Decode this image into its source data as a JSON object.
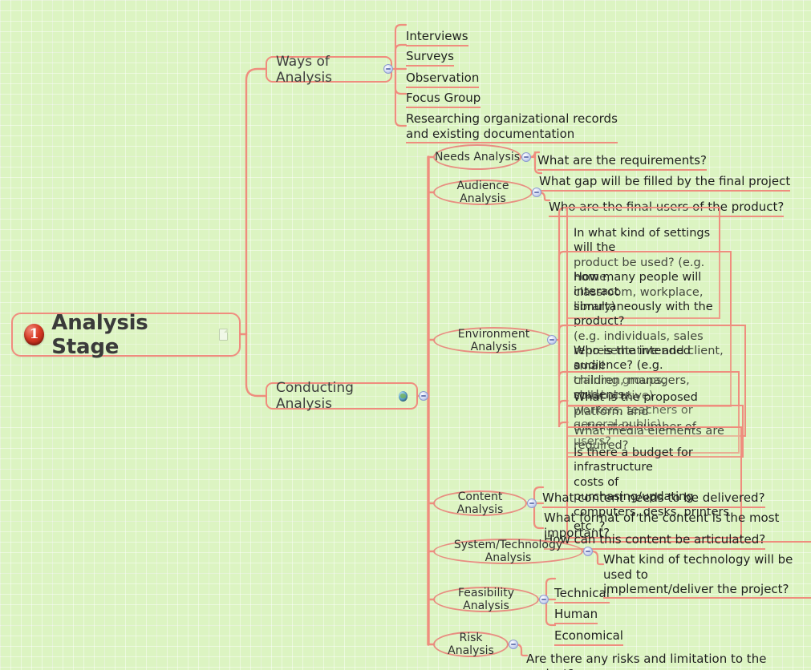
{
  "document": {
    "type": "mind-map",
    "background_color": "#dcf4c2",
    "branch_color": "#ef8d7e",
    "text_color": "#1f1f1f"
  },
  "root": {
    "label": "Analysis Stage",
    "badge_number": "1",
    "badge_color": "#d83a25",
    "attachment_icon": "document-icon"
  },
  "branches": {
    "ways": {
      "label": "Ways of Analysis",
      "collapse_icon": "minus-circle-icon",
      "children": [
        {
          "label": "Interviews"
        },
        {
          "label": "Surveys"
        },
        {
          "label": "Observation"
        },
        {
          "label": "Focus Group"
        },
        {
          "label": "Researching organizational records\nand existing documentation"
        }
      ]
    },
    "conducting": {
      "label": "Conducting Analysis",
      "icon": "globe-icon",
      "collapse_icon": "minus-circle-icon",
      "topics": {
        "needs": {
          "label": "Needs Analysis",
          "collapse_icon": "minus-circle-icon",
          "children": [
            {
              "label": "What are the requirements?"
            },
            {
              "label": "What gap will be filled by the final project"
            }
          ]
        },
        "audience": {
          "label": "Audience Analysis",
          "collapse_icon": "minus-circle-icon",
          "children": [
            {
              "label": "Who are the final users of the product?"
            }
          ]
        },
        "environment": {
          "label": "Environment Analysis",
          "collapse_icon": "minus-circle-icon",
          "children": [
            {
              "label": "In what kind of settings will the\nproduct be used? (e.g. home,\nclassroom, workplace, library)"
            },
            {
              "label": "How many people will interact\nsimultaneously with the product?\n(e.g. individuals, sales\nrepresentative and client, small\ntraining groups, collaborative)"
            },
            {
              "label": "Who is the intended audience? (e.g.\nchildren, managers, students,\nworkers, teachers or general public)"
            },
            {
              "label": "What is the proposed platform and\nestimated number of users?"
            },
            {
              "label": "What media elements are required?"
            },
            {
              "label": "Is there a budget for infrastructure\ncosts of purchasing/updating\ncomputers, desks, printers etc. ?"
            }
          ]
        },
        "content": {
          "label": "Content Analysis",
          "collapse_icon": "minus-circle-icon",
          "children": [
            {
              "label": "What content needs to be delivered?"
            },
            {
              "label": "What format of the content is the most important?"
            },
            {
              "label": "How can this content be articulated?"
            }
          ]
        },
        "system": {
          "label": "System/Technology Analysis",
          "collapse_icon": "minus-circle-icon",
          "children": [
            {
              "label": "What kind of technology will be used to\nimplement/deliver the project?"
            }
          ]
        },
        "feasibility": {
          "label": "Feasibility Analysis",
          "collapse_icon": "minus-circle-icon",
          "children": [
            {
              "label": "Technical"
            },
            {
              "label": "Human"
            },
            {
              "label": "Economical"
            }
          ]
        },
        "risk": {
          "label": "Risk Analysis",
          "collapse_icon": "minus-circle-icon",
          "children": [
            {
              "label": "Are there any risks and limitation to the project?"
            }
          ]
        }
      }
    }
  }
}
